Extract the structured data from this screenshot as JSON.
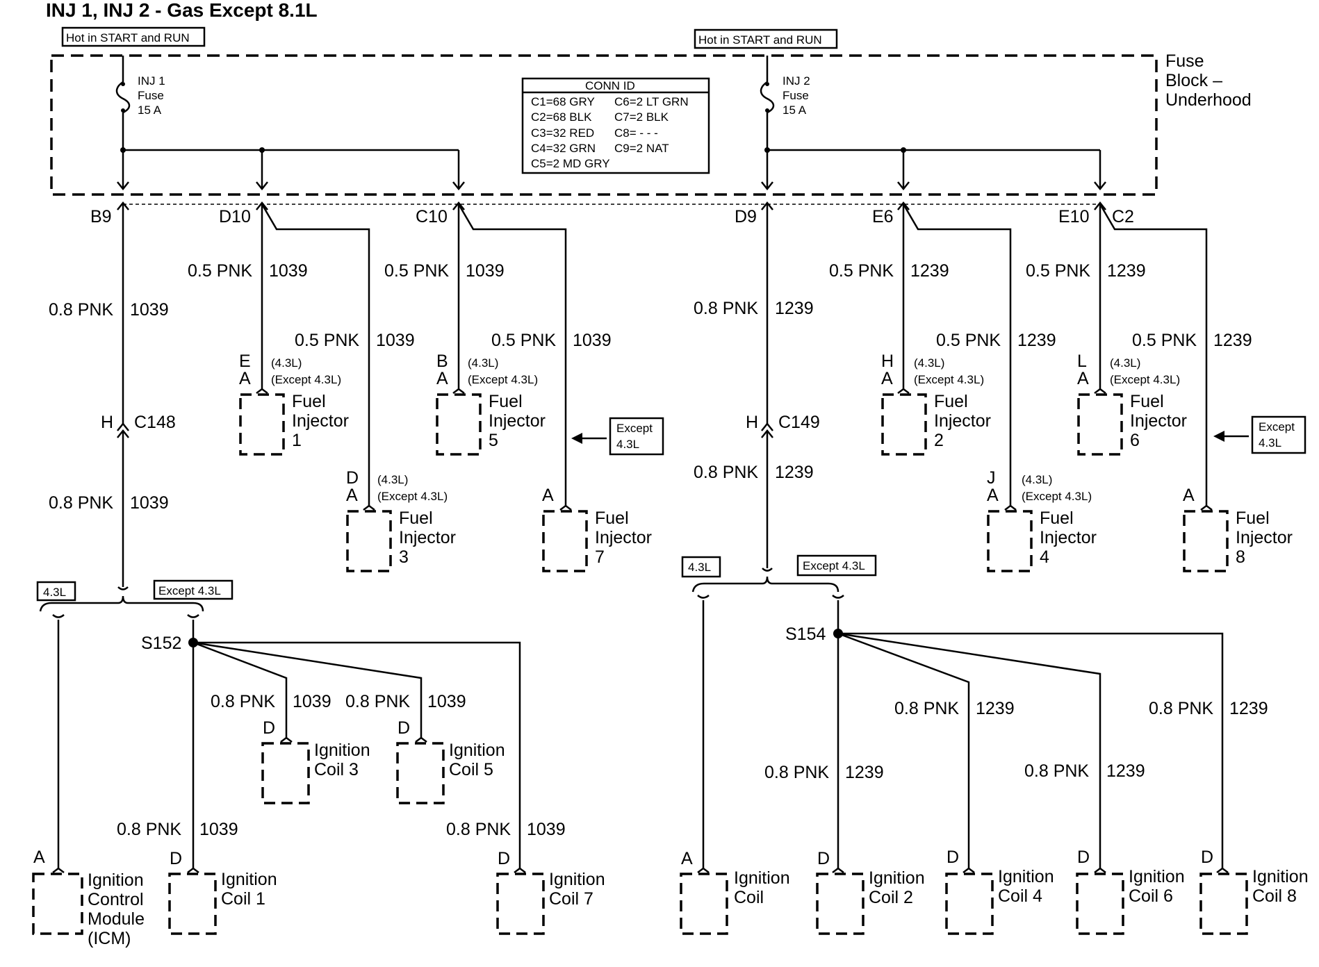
{
  "title": "INJ 1, INJ 2 - Gas Except 8.1L",
  "hot_label_1": "Hot in START and RUN",
  "hot_label_2": "Hot in START and RUN",
  "fuse_block": {
    "line1": "Fuse",
    "line2": "Block –",
    "line3": "Underhood"
  },
  "fuse1": {
    "l1": "INJ 1",
    "l2": "Fuse",
    "l3": "15 A"
  },
  "fuse2": {
    "l1": "INJ 2",
    "l2": "Fuse",
    "l3": "15 A"
  },
  "conn_id": {
    "header": "CONN ID",
    "left": [
      "C1=68 GRY",
      "C2=68 BLK",
      "C3=32 RED",
      "C4=32 GRN",
      "C5=2 MD GRY"
    ],
    "right": [
      "C6=2 LT GRN",
      "C7=2 BLK",
      "C8= - - -",
      "C9=2 NAT"
    ]
  },
  "pins": {
    "b9": "B9",
    "d10": "D10",
    "c10": "C10",
    "d9": "D9",
    "e6": "E6",
    "e10": "E10",
    "c2": "C2"
  },
  "wire_labels": {
    "pnk08": "0.8 PNK",
    "pnk05": "0.5 PNK",
    "c1039": "1039",
    "c1239": "1239"
  },
  "connectors": {
    "c148": "C148",
    "c149": "C149",
    "h": "H",
    "s152": "S152",
    "s154": "S154"
  },
  "variants": {
    "l43": "(4.3L)",
    "except43": "(Except 4.3L)",
    "box43": "4.3L",
    "boxExcept": "Except 4.3L",
    "boxExcept_l1": "Except",
    "boxExcept_l2": "4.3L"
  },
  "injectors": [
    {
      "id": "1",
      "pin_top": "E",
      "pin_bot": "A",
      "l1": "Fuel",
      "l2": "Injector",
      "num": "1"
    },
    {
      "id": "5",
      "pin_top": "B",
      "pin_bot": "A",
      "l1": "Fuel",
      "l2": "Injector",
      "num": "5"
    },
    {
      "id": "3",
      "pin_top": "D",
      "pin_bot": "A",
      "l1": "Fuel",
      "l2": "Injector",
      "num": "3"
    },
    {
      "id": "7",
      "pin_bot": "A",
      "l1": "Fuel",
      "l2": "Injector",
      "num": "7"
    },
    {
      "id": "2",
      "pin_top": "H",
      "pin_bot": "A",
      "l1": "Fuel",
      "l2": "Injector",
      "num": "2"
    },
    {
      "id": "6",
      "pin_top": "L",
      "pin_bot": "A",
      "l1": "Fuel",
      "l2": "Injector",
      "num": "6"
    },
    {
      "id": "4",
      "pin_top": "J",
      "pin_bot": "A",
      "l1": "Fuel",
      "l2": "Injector",
      "num": "4"
    },
    {
      "id": "8",
      "pin_bot": "A",
      "l1": "Fuel",
      "l2": "Injector",
      "num": "8"
    }
  ],
  "coils": {
    "icm": {
      "pin": "A",
      "l1": "Ignition",
      "l2": "Control",
      "l3": "Module",
      "l4": "(ICM)"
    },
    "coil3": {
      "pin": "D",
      "l1": "Ignition",
      "l2": "Coil 3"
    },
    "coil5": {
      "pin": "D",
      "l1": "Ignition",
      "l2": "Coil 5"
    },
    "coil1": {
      "pin": "D",
      "l1": "Ignition",
      "l2": "Coil 1"
    },
    "coil7": {
      "pin": "D",
      "l1": "Ignition",
      "l2": "Coil 7"
    },
    "coil": {
      "pin": "A",
      "l1": "Ignition",
      "l2": "Coil"
    },
    "coil2": {
      "pin": "D",
      "l1": "Ignition",
      "l2": "Coil 2"
    },
    "coil4": {
      "pin": "D",
      "l1": "Ignition",
      "l2": "Coil 4"
    },
    "coil6": {
      "pin": "D",
      "l1": "Ignition",
      "l2": "Coil 6"
    },
    "coil8": {
      "pin": "D",
      "l1": "Ignition",
      "l2": "Coil 8"
    }
  }
}
